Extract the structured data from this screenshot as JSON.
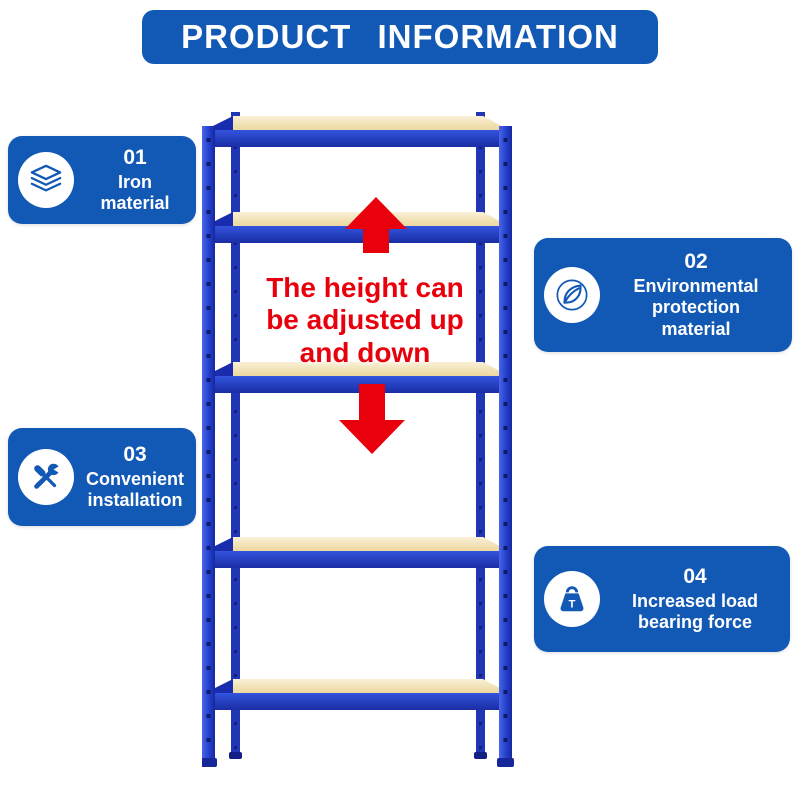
{
  "header": {
    "title": "PRODUCT INFORMATION"
  },
  "colors": {
    "primary_blue": "#1159b4",
    "shelf_blue": "#2543cf",
    "shelf_dark_blue": "#16289f",
    "board_beige": "#ecd79f",
    "accent_red": "#e8000d",
    "white": "#ffffff"
  },
  "callout": {
    "lines": [
      "The height can",
      "be adjusted up",
      "and down"
    ]
  },
  "features": [
    {
      "number": "01",
      "label": "Iron material",
      "icon": "layers-icon"
    },
    {
      "number": "02",
      "label": "Environmental protection material",
      "icon": "leaf-icon"
    },
    {
      "number": "03",
      "label": "Convenient installation",
      "icon": "tools-icon"
    },
    {
      "number": "04",
      "label": "Increased load bearing force",
      "icon": "weight-icon",
      "icon_text": "T"
    }
  ]
}
